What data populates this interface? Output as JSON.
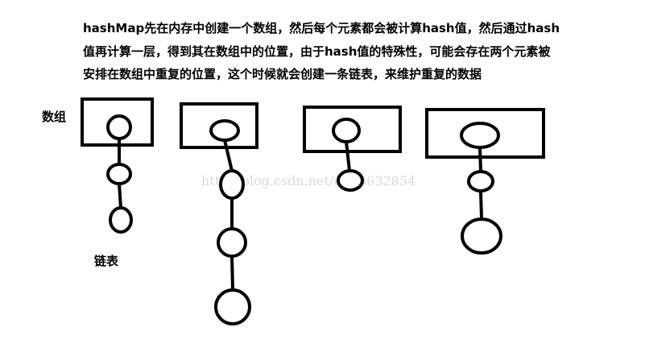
{
  "description": {
    "lines": [
      "hashMap先在内存中创建一个数组，然后每个元素都会被计算hash值，然后通过hash",
      "值再计算一层，得到其在数组中的位置，由于hash值的特殊性，可能会存在两个元素被",
      "安排在数组中重复的位置，这个时候就会创建一条链表，来维护重复的数据"
    ]
  },
  "labels": {
    "array": "数组",
    "linked_list": "链表"
  },
  "watermark": "http://blog.csdn.net/u013632854",
  "colors": {
    "ink": "#000000",
    "watermark": "#d9d9d9"
  }
}
